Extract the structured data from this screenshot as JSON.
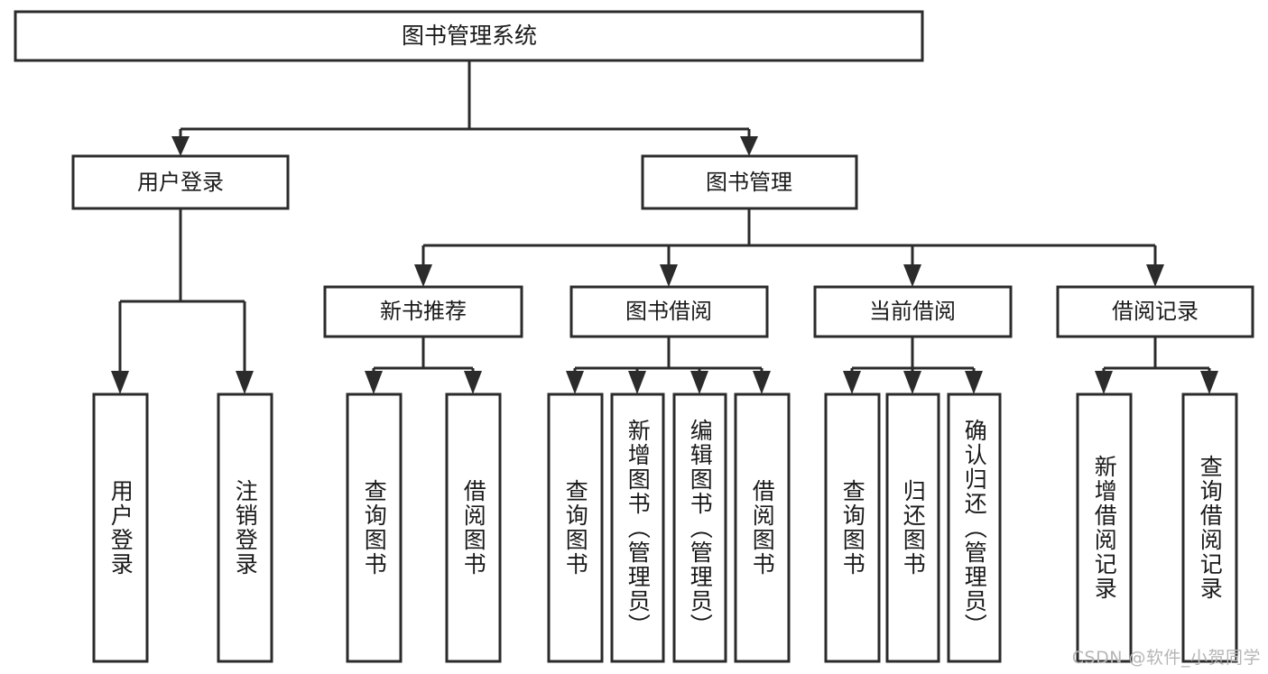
{
  "diagram": {
    "type": "tree-hierarchy",
    "title": "图书管理系统",
    "watermark": "CSDN @软件_小贺同学",
    "colors": {
      "stroke": "#2b2b2b",
      "fill": "#ffffff",
      "text": "#1a1a1a",
      "watermark": "#b6b6b6"
    },
    "levels": {
      "root": {
        "label": "图书管理系统"
      },
      "level2": [
        {
          "label": "用户登录"
        },
        {
          "label": "图书管理"
        }
      ],
      "level3": [
        {
          "label": "新书推荐"
        },
        {
          "label": "图书借阅"
        },
        {
          "label": "当前借阅"
        },
        {
          "label": "借阅记录"
        }
      ],
      "leaves_user_login": [
        {
          "label": "用户登录"
        },
        {
          "label": "注销登录"
        }
      ],
      "leaves_new_book": [
        {
          "label": "查询图书"
        },
        {
          "label": "借阅图书"
        }
      ],
      "leaves_borrow": [
        {
          "label": "查询图书"
        },
        {
          "label": "新增图书（管理员）"
        },
        {
          "label": "编辑图书（管理员）"
        },
        {
          "label": "借阅图书"
        }
      ],
      "leaves_current": [
        {
          "label": "查询图书"
        },
        {
          "label": "归还图书"
        },
        {
          "label": "确认归还（管理员）"
        }
      ],
      "leaves_record": [
        {
          "label": "新增借阅记录"
        },
        {
          "label": "查询借阅记录"
        }
      ]
    }
  }
}
